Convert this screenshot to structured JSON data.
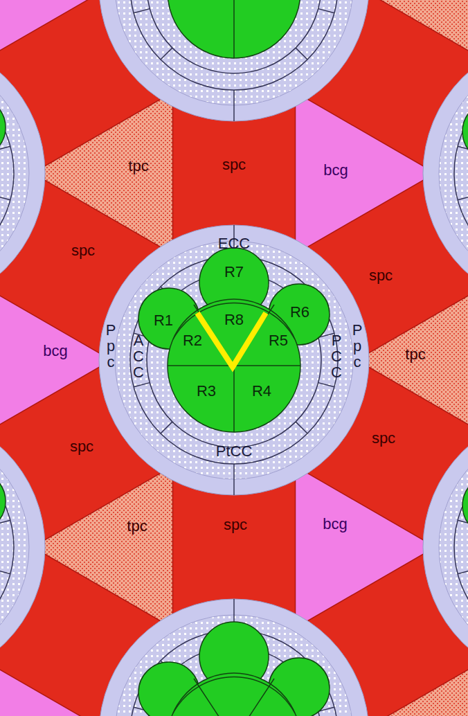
{
  "diagram": {
    "nodes": [
      {
        "text": [
          "tpc"
        ]
      },
      {
        "text": [
          "spc"
        ]
      },
      {
        "text": [
          "bcg"
        ]
      },
      {
        "text": [
          "spc"
        ]
      },
      {
        "text": [
          "R7"
        ]
      },
      {
        "text": [
          "spc"
        ]
      },
      {
        "text": [
          "R1"
        ]
      },
      {
        "text": [
          "R6"
        ]
      },
      {
        "text": [
          "R8"
        ]
      },
      {
        "text": [
          "R2"
        ]
      },
      {
        "text": [
          "R5"
        ]
      },
      {
        "text": [
          "bcg"
        ]
      },
      {
        "text": [
          "tpc"
        ]
      },
      {
        "text": [
          "R3"
        ]
      },
      {
        "text": [
          "R4"
        ]
      },
      {
        "text": [
          "spc"
        ]
      },
      {
        "text": [
          "spc"
        ]
      },
      {
        "text": [
          "tpc"
        ]
      },
      {
        "text": [
          "spc"
        ]
      },
      {
        "text": [
          "bcg"
        ]
      }
    ],
    "labels": [
      "ECC",
      "P p c",
      "A C C",
      "P C C",
      "P p c",
      "PtCC"
    ]
  }
}
